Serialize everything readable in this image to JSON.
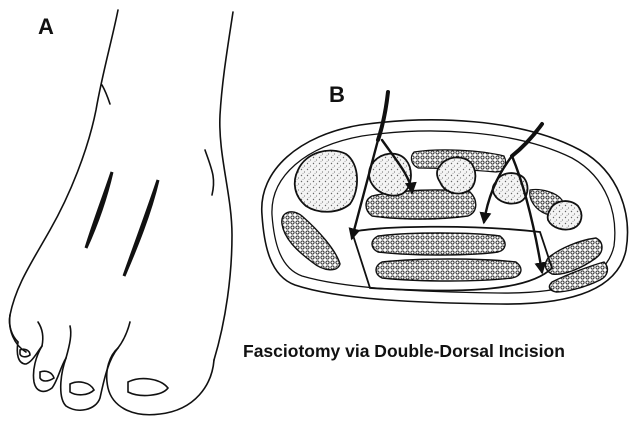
{
  "panels": {
    "a_label": "A",
    "b_label": "B"
  },
  "caption": "Fasciotomy via Double-Dorsal Incision",
  "colors": {
    "ink": "#111111",
    "paper": "#ffffff",
    "bone_stipple": "#6b6b6b"
  }
}
